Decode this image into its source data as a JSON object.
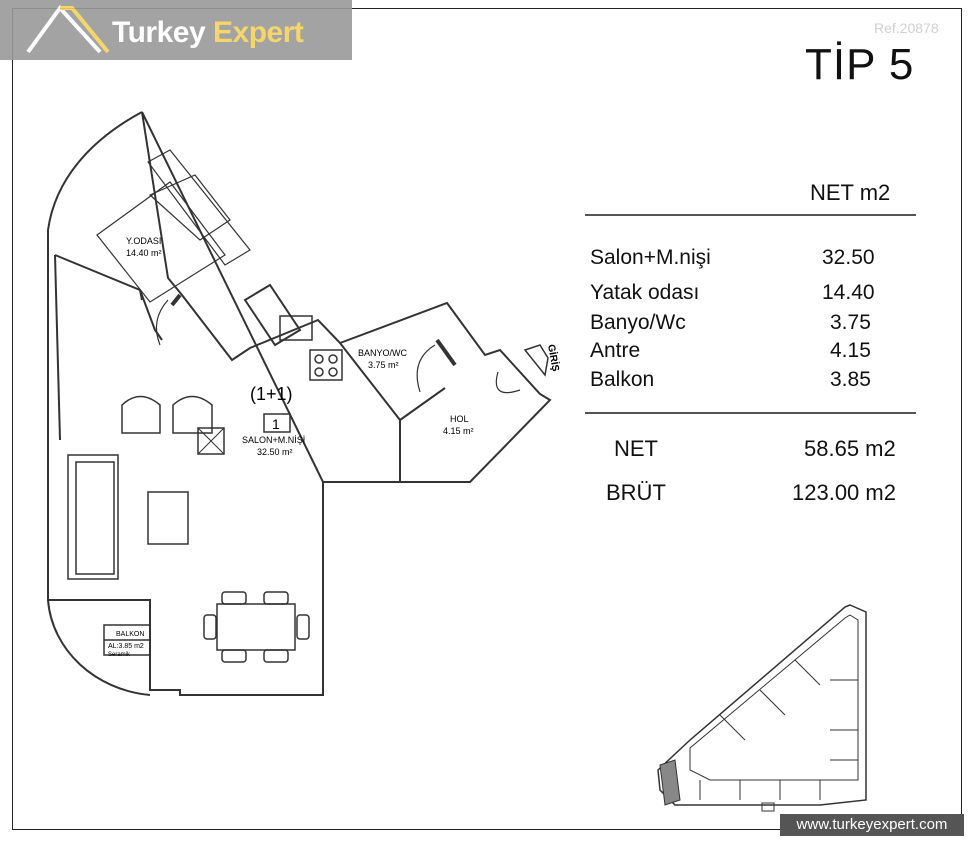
{
  "brand": {
    "word1": "Turkey",
    "word2": "Expert",
    "ref": "Ref.20878",
    "website": "www.turkeyexpert.com"
  },
  "title": "TİP 5",
  "table": {
    "header": "NET m2",
    "rows": [
      {
        "label": "Salon+M.nişi",
        "value": "32.50"
      },
      {
        "label": "Yatak odası",
        "value": "14.40"
      },
      {
        "label": "Banyo/Wc",
        "value": "3.75"
      },
      {
        "label": "Antre",
        "value": "4.15"
      },
      {
        "label": "Balkon",
        "value": "3.85"
      }
    ],
    "net_label": "NET",
    "net_value": "58.65 m2",
    "brut_label": "BRÜT",
    "brut_value": "123.00 m2"
  },
  "plan": {
    "bedroom": {
      "name": "Y.ODASI",
      "area": "14.40 m²"
    },
    "unit_type": "(1+1)",
    "unit_number": "1",
    "living": {
      "name": "SALON+M.NİŞİ",
      "area": "32.50 m²"
    },
    "bathroom": {
      "name": "BANYO/WC",
      "area": "3.75 m²"
    },
    "hall": {
      "name": "HOL",
      "area": "4.15 m²"
    },
    "balcony": {
      "name": "BALKON",
      "area": "AL:3.85 m2",
      "finish": "Seramik"
    },
    "entrance": "GİRİŞ"
  }
}
